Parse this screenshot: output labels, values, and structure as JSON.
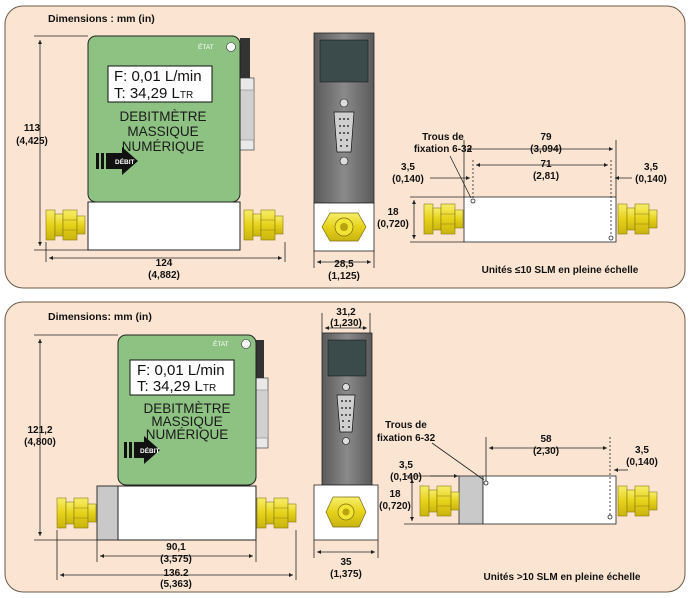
{
  "panel_top": {
    "dimensions_label": "Dimensions : mm (in)",
    "display_line1": "F: 0,01 L/min",
    "display_line2_value": "T: 34,29 L",
    "display_line2_sub": "TR",
    "brand_line1": "DEBITMÈTRE",
    "brand_line2": "MASSIQUE",
    "brand_line3": "NUMÉRIQUE",
    "etat_label": "ÉTAT",
    "debit_label": "DÉBIT",
    "height_mm": "113",
    "height_in": "(4,425)",
    "width_mm": "124",
    "width_in": "(4,882)",
    "side_width_mm": "28,5",
    "side_width_in": "(1,125)",
    "holes_line1": "Trous de",
    "holes_line2": "fixation 6-32",
    "total_mm": "79",
    "total_in": "(3,094)",
    "span_mm": "71",
    "span_in": "(2,81)",
    "offset_left_mm": "3,5",
    "offset_left_in": "(0,140)",
    "offset_right_mm": "3,5",
    "offset_right_in": "(0,140)",
    "base_height_mm": "18",
    "base_height_in": "(0,720)",
    "caption": "Unités ≤10 SLM en pleine échelle"
  },
  "panel_bottom": {
    "dimensions_label": "Dimensions: mm (in)",
    "display_line1": "F: 0,01 L/min",
    "display_line2_value": "T: 34,29 L",
    "display_line2_sub": "TR",
    "brand_line1": "DEBITMÈTRE",
    "brand_line2": "MASSIQUE",
    "brand_line3": "NUMÉRIQUE",
    "etat_label": "ÉTAT",
    "debit_label": "DÉBIT",
    "height_mm": "121,2",
    "height_in": "(4,800)",
    "inner_width_mm": "90,1",
    "inner_width_in": "(3,575)",
    "width_mm": "136.2",
    "width_in": "(5,363)",
    "side_top_mm": "31,2",
    "side_top_in": "(1,230)",
    "side_width_mm": "35",
    "side_width_in": "(1,375)",
    "holes_line1": "Trous de",
    "holes_line2": "fixation 6-32",
    "span_mm": "58",
    "span_in": "(2,30)",
    "offset_left_mm": "3,5",
    "offset_left_in": "(0,140)",
    "offset_right_mm": "3,5",
    "offset_right_in": "(0,140)",
    "base_height_mm": "18",
    "base_height_in": "(0,720)",
    "caption": "Unités  >10 SLM en pleine échelle"
  },
  "colors": {
    "panel_bg": "#fbe5d2",
    "body_green": "#8dc283",
    "fitting_yellow": "#f2e433",
    "side_gray": "#6e6e6e"
  }
}
